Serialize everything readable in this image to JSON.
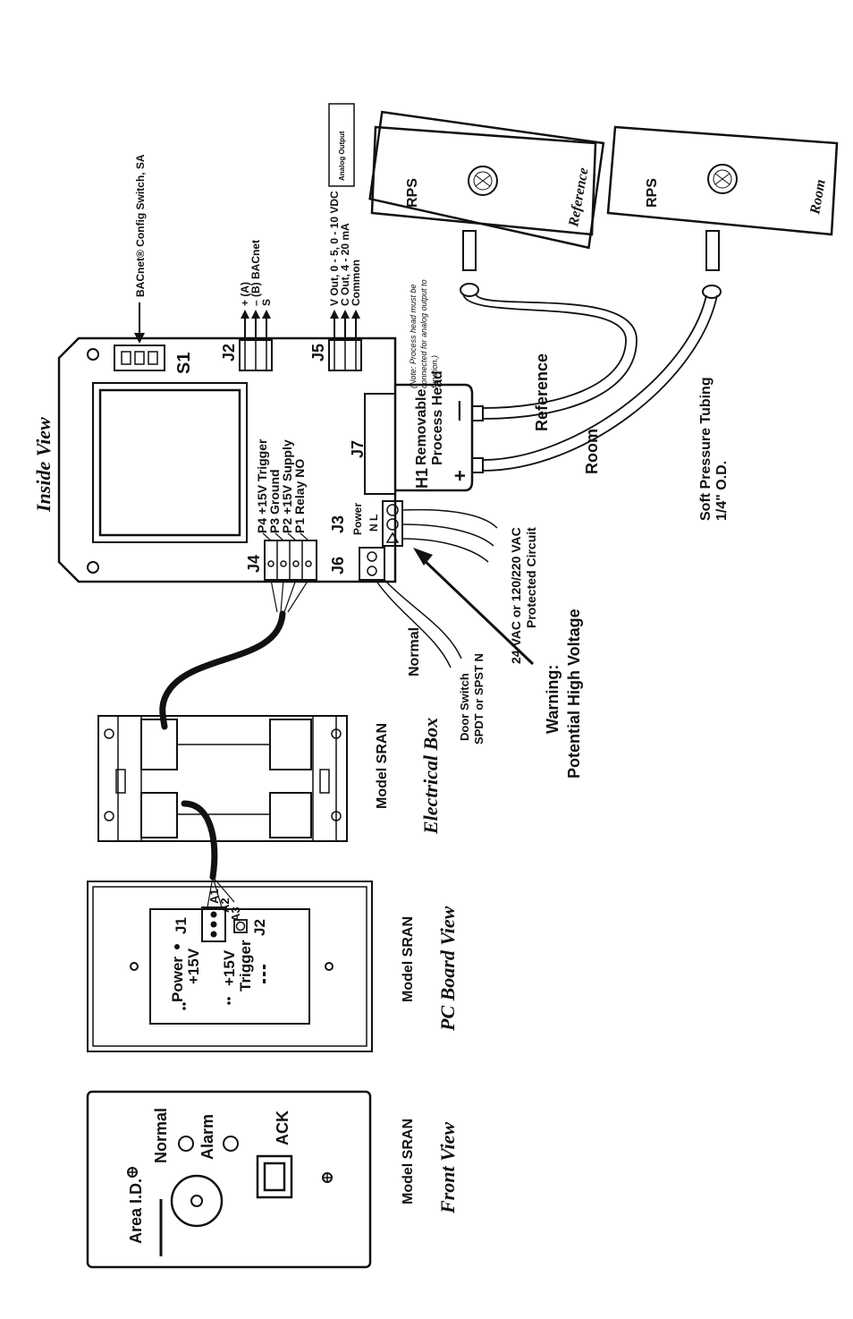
{
  "views": {
    "inside": "Inside View",
    "electrical": "Electrical Box",
    "pcboard": "PC Board View",
    "front": "Front View"
  },
  "models": {
    "electrical": "Model SRAN",
    "pcboard": "Model SRAN",
    "front": "Model SRAN"
  },
  "main_board": {
    "s1": "S1",
    "s1_callout": "BACnet® Config Switch, SA",
    "j2": "J2",
    "j2_pins": [
      "+ (A)",
      "– (B) BACnet",
      "S"
    ],
    "j5": "J5",
    "j5_pins": [
      "V Out, 0 - 5, 0 - 10 VDC",
      "C Out, 4 - 20 mA",
      "Common"
    ],
    "analog_output": "Analog Output",
    "j7": "J7",
    "j4": "J4",
    "j4_pins": [
      "P4 +15V Trigger",
      "P3 Ground",
      "P2 +15V Supply",
      "P1 Relay NO"
    ],
    "j6": "J6",
    "j3": "J3",
    "j3_power": "Power",
    "j3_nl": "N L",
    "h1": "H1",
    "h1_label_1": "Removable",
    "h1_label_2": "Process Head",
    "h1_note_1": "(Note: Process head must be",
    "h1_note_2": "connected for analog output to",
    "h1_note_3": "function.)",
    "plus": "+",
    "minus": "—"
  },
  "wiring": {
    "power_1": "24 VAC or 120/220 VAC",
    "power_2": "Protected Circuit",
    "normal": "Normal",
    "door_1": "Door Switch",
    "door_2": "SPDT or SPST N",
    "warning_1": "Warning:",
    "warning_2": "Potential High Voltage"
  },
  "tubing": {
    "reference": "Reference",
    "room": "Room",
    "tubing_1": "Soft Pressure Tubing",
    "tubing_2": "1/4\" O.D."
  },
  "rps": {
    "ref_label": "RPS",
    "ref_port": "Reference",
    "room_label": "RPS",
    "room_port": "Room"
  },
  "pcb": {
    "j1": "J1",
    "j2": "J2",
    "a1": "A1",
    "a2": "A2",
    "a3": "A3",
    "power": "Power",
    "v15_1": "+15V",
    "v15_2": "+15V",
    "trigger": "Trigger"
  },
  "front": {
    "area_id": "Area I.D.",
    "normal": "Normal",
    "alarm": "Alarm",
    "ack": "ACK"
  }
}
